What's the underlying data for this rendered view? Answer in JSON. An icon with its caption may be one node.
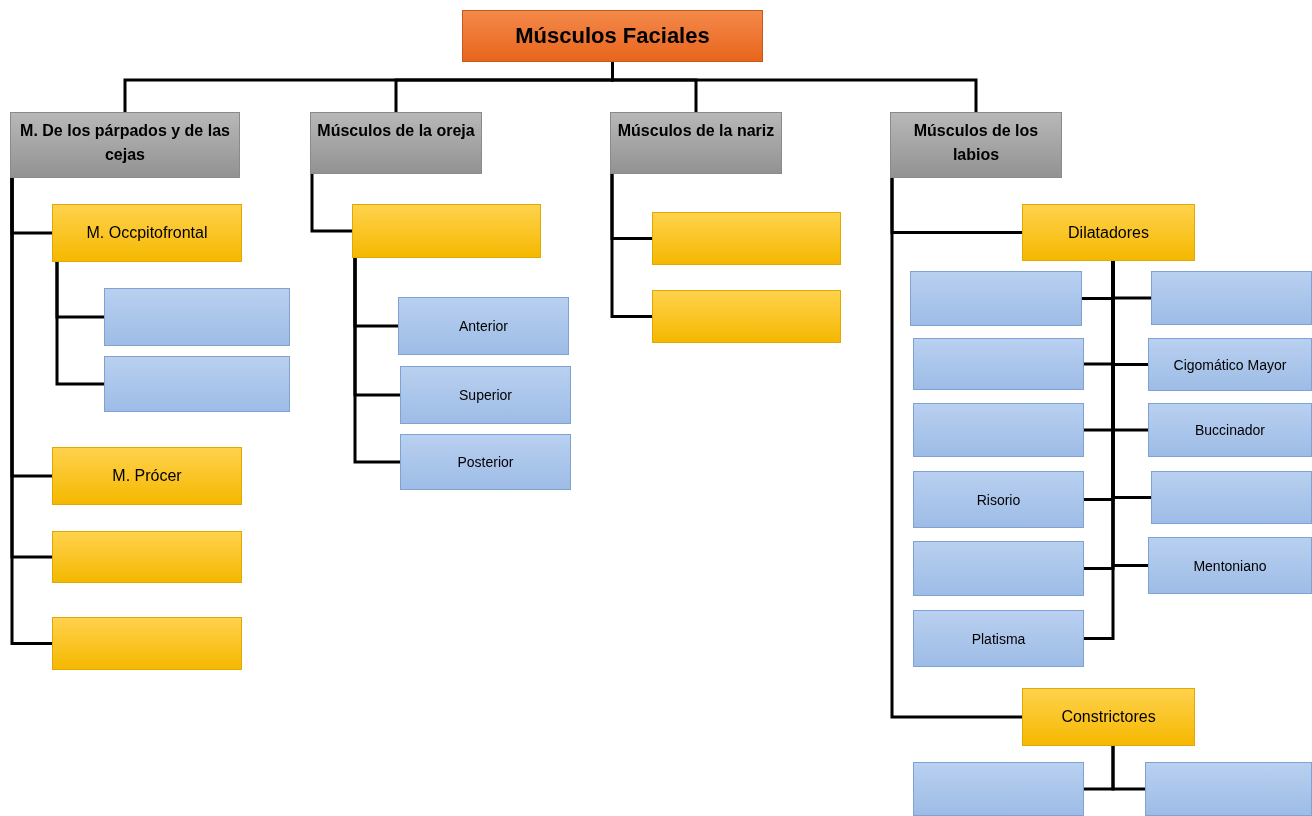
{
  "diagram": {
    "nodes": [
      {
        "text": [
          "Músculos Faciales"
        ]
      },
      {
        "text": [
          "M. De los párpados y de las cejas"
        ]
      },
      {
        "text": [
          "Músculos de la oreja"
        ]
      },
      {
        "text": [
          "Músculos de la nariz"
        ]
      },
      {
        "text": [
          "Músculos de los labios"
        ]
      },
      {
        "text": [
          "M. Occpitofrontal"
        ]
      },
      {
        "text": [],
        "shape": "box"
      },
      {
        "text": [],
        "shape": "box"
      },
      {
        "text": [
          "M. Prócer"
        ]
      },
      {
        "text": [],
        "shape": "box"
      },
      {
        "text": [],
        "shape": "box"
      },
      {
        "text": [],
        "shape": "box"
      },
      {
        "text": [
          "Anterior"
        ]
      },
      {
        "text": [
          "Superior"
        ]
      },
      {
        "text": [
          "Posterior"
        ]
      },
      {
        "text": [],
        "shape": "box"
      },
      {
        "text": [],
        "shape": "box"
      },
      {
        "text": [
          "Dilatadores"
        ]
      },
      {
        "text": [],
        "shape": "box"
      },
      {
        "text": [],
        "shape": "box"
      },
      {
        "text": [],
        "shape": "box"
      },
      {
        "text": [
          "Risorio"
        ]
      },
      {
        "text": [],
        "shape": "box"
      },
      {
        "text": [
          "Platisma"
        ]
      },
      {
        "text": [],
        "shape": "box"
      },
      {
        "text": [
          "Cigomático Mayor"
        ]
      },
      {
        "text": [
          "Buccinador"
        ]
      },
      {
        "text": [],
        "shape": "box"
      },
      {
        "text": [
          "Mentoniano"
        ]
      },
      {
        "text": [
          "Constrictores"
        ]
      },
      {
        "text": [],
        "shape": "box"
      },
      {
        "text": [],
        "shape": "box"
      }
    ],
    "edges": [
      {
        "from": 0,
        "to": 1,
        "arrow": "none"
      },
      {
        "from": 0,
        "to": 2,
        "arrow": "none"
      },
      {
        "from": 0,
        "to": 3,
        "arrow": "none"
      },
      {
        "from": 0,
        "to": 4,
        "arrow": "none"
      },
      {
        "from": 1,
        "to": 5,
        "arrow": "none"
      },
      {
        "from": 5,
        "to": 6,
        "arrow": "none"
      },
      {
        "from": 5,
        "to": 7,
        "arrow": "none"
      },
      {
        "from": 1,
        "to": 8,
        "arrow": "none"
      },
      {
        "from": 1,
        "to": 9,
        "arrow": "none"
      },
      {
        "from": 1,
        "to": 10,
        "arrow": "none"
      },
      {
        "from": 2,
        "to": 11,
        "arrow": "none"
      },
      {
        "from": 11,
        "to": 12,
        "arrow": "none"
      },
      {
        "from": 11,
        "to": 13,
        "arrow": "none"
      },
      {
        "from": 11,
        "to": 14,
        "arrow": "none"
      },
      {
        "from": 3,
        "to": 15,
        "arrow": "none"
      },
      {
        "from": 3,
        "to": 16,
        "arrow": "none"
      },
      {
        "from": 4,
        "to": 17,
        "arrow": "none"
      },
      {
        "from": 17,
        "to": 18,
        "arrow": "none"
      },
      {
        "from": 17,
        "to": 19,
        "arrow": "none"
      },
      {
        "from": 17,
        "to": 20,
        "arrow": "none"
      },
      {
        "from": 17,
        "to": 21,
        "arrow": "none"
      },
      {
        "from": 17,
        "to": 22,
        "arrow": "none"
      },
      {
        "from": 17,
        "to": 23,
        "arrow": "none"
      },
      {
        "from": 17,
        "to": 24,
        "arrow": "none"
      },
      {
        "from": 17,
        "to": 25,
        "arrow": "none"
      },
      {
        "from": 17,
        "to": 26,
        "arrow": "none"
      },
      {
        "from": 17,
        "to": 27,
        "arrow": "none"
      },
      {
        "from": 17,
        "to": 28,
        "arrow": "none"
      },
      {
        "from": 4,
        "to": 29,
        "arrow": "none"
      },
      {
        "from": 29,
        "to": 30,
        "arrow": "none"
      },
      {
        "from": 29,
        "to": 31,
        "arrow": "none"
      }
    ]
  }
}
